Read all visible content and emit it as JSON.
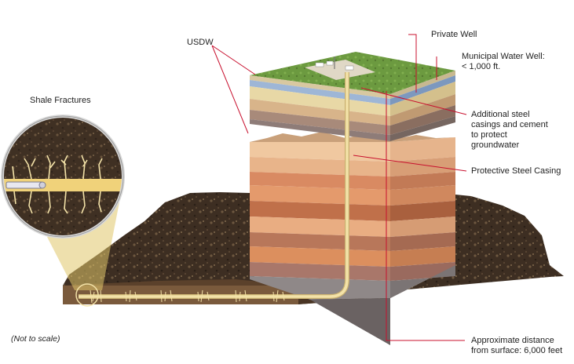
{
  "labels": {
    "usdw": "USDW",
    "private_well": "Private Well",
    "municipal_well": "Municipal Water Well:\n< 1,000 ft.",
    "additional_casings": "Additional steel\ncasings and cement\nto protect\ngroundwater",
    "protective_casing": "Protective Steel Casing",
    "shale_fractures": "Shale Fractures",
    "approx_distance": "Approximate distance\nfrom surface: 6,000 feet",
    "not_to_scale": "(Not to scale)"
  },
  "colors": {
    "annotation_line": "#c8102e",
    "pipe": "#f3e2a8",
    "grass": "#6c9a40",
    "aquifer": "#9eb6d6",
    "terrain": "#4a3a2a",
    "shale_ground": "#5b412b",
    "orange_layer": "#e49a6c",
    "gray_layer": "#8f8888",
    "magnifier_overlay": "#e0c76a"
  },
  "icons": {
    "well_pad": "drill-rig-icon",
    "magnifier": "magnifier-lens-icon"
  }
}
